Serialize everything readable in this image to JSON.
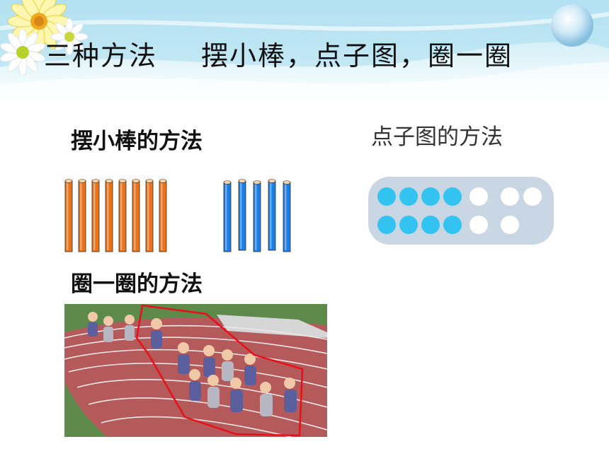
{
  "title": {
    "part1": "三种方法",
    "part2": "摆小棒，点子图，圈一圈"
  },
  "sections": {
    "sticks_label": "摆小棒的方法",
    "dots_label": "点子图的方法",
    "circle_label": "圈一圈的方法"
  },
  "sticks": {
    "orange_count": 8,
    "blue_count": 5,
    "orange_color": "#e8731c",
    "blue_color": "#1c7fe8"
  },
  "dots": {
    "rows": [
      [
        "filled",
        "filled",
        "filled",
        "filled",
        "empty",
        "empty",
        "empty"
      ],
      [
        "filled",
        "filled",
        "filled",
        "filled",
        "empty",
        "empty"
      ]
    ],
    "filled_color": "#33c3f0",
    "panel_color": "#c9d6e3"
  },
  "colors": {
    "track": "#b55a5a",
    "grass": "#5d8a4a",
    "circle_line": "#e8101a"
  }
}
